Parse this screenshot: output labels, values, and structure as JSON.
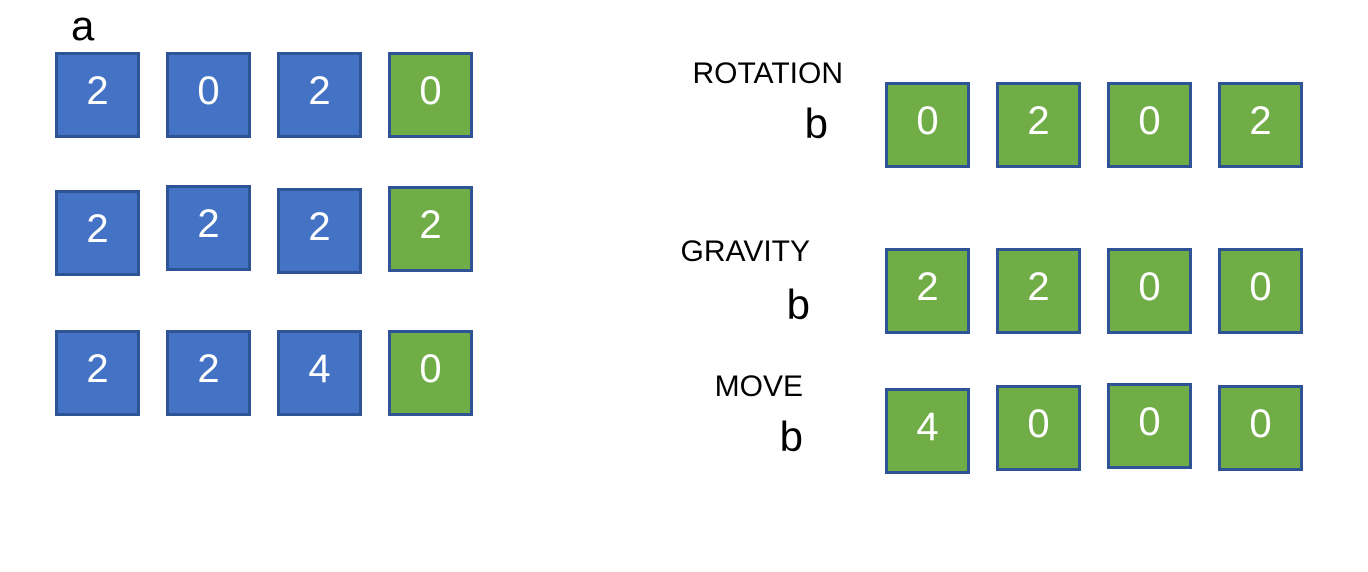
{
  "figure": {
    "panel_a": {
      "label": "a",
      "rows": [
        {
          "cells": [
            {
              "value": "2",
              "variant": "blue"
            },
            {
              "value": "0",
              "variant": "blue"
            },
            {
              "value": "2",
              "variant": "blue"
            },
            {
              "value": "0",
              "variant": "green"
            }
          ]
        },
        {
          "cells": [
            {
              "value": "2",
              "variant": "blue"
            },
            {
              "value": "2",
              "variant": "blue"
            },
            {
              "value": "2",
              "variant": "blue"
            },
            {
              "value": "2",
              "variant": "green"
            }
          ]
        },
        {
          "cells": [
            {
              "value": "2",
              "variant": "blue"
            },
            {
              "value": "2",
              "variant": "blue"
            },
            {
              "value": "4",
              "variant": "blue"
            },
            {
              "value": "0",
              "variant": "green"
            }
          ]
        }
      ]
    },
    "panel_b": {
      "groups": [
        {
          "title": "ROTATION",
          "label": "b",
          "cells": [
            {
              "value": "0",
              "variant": "green"
            },
            {
              "value": "2",
              "variant": "green"
            },
            {
              "value": "0",
              "variant": "green"
            },
            {
              "value": "2",
              "variant": "green"
            }
          ]
        },
        {
          "title": "GRAVITY",
          "label": "b",
          "cells": [
            {
              "value": "2",
              "variant": "green"
            },
            {
              "value": "2",
              "variant": "green"
            },
            {
              "value": "0",
              "variant": "green"
            },
            {
              "value": "0",
              "variant": "green"
            }
          ]
        },
        {
          "title": "MOVE",
          "label": "b",
          "cells": [
            {
              "value": "4",
              "variant": "green"
            },
            {
              "value": "0",
              "variant": "green"
            },
            {
              "value": "0",
              "variant": "green"
            },
            {
              "value": "0",
              "variant": "green"
            }
          ]
        }
      ]
    },
    "colors": {
      "blue_fill": "#4472C4",
      "green_fill": "#70AD47",
      "tile_border": "#2F5496",
      "digit": "#FFFFFF",
      "label_text": "#000000",
      "background": "#FFFFFF"
    }
  }
}
